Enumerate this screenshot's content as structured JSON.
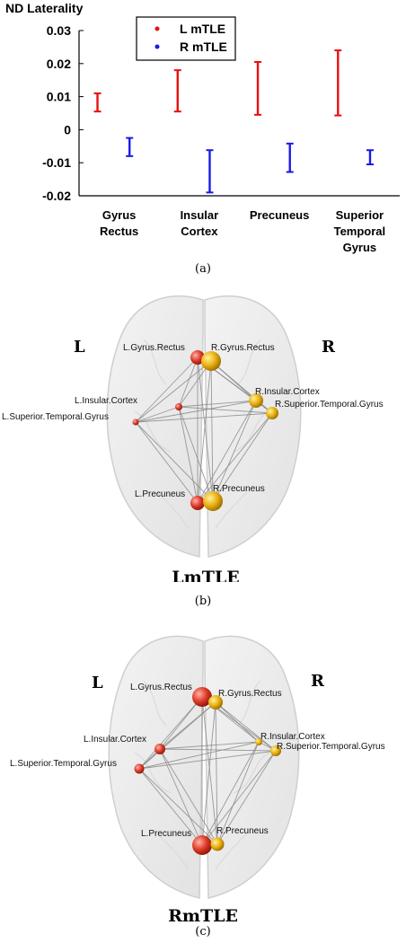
{
  "chart_data": {
    "type": "errorbar",
    "ylabel": "ND Laterality",
    "ylim": [
      -0.02,
      0.03
    ],
    "yticks": [
      "0.03",
      "0.02",
      "0.01",
      "0",
      "-0.01",
      "-0.02"
    ],
    "ytick_values": [
      0.03,
      0.02,
      0.01,
      0,
      -0.01,
      -0.02
    ],
    "categories": [
      "Gyrus Rectus",
      "Insular Cortex",
      "Precuneus",
      "Superior Temporal Gyrus"
    ],
    "category_lines": [
      [
        "Gyrus",
        "Rectus"
      ],
      [
        "Insular",
        "Cortex"
      ],
      [
        "Precuneus"
      ],
      [
        "Superior",
        "Temporal",
        "Gyrus"
      ]
    ],
    "legend_position": "top-center",
    "series": [
      {
        "name": "L mTLE",
        "color": "#e81010",
        "low": [
          0.0055,
          0.0055,
          0.0045,
          0.0043
        ],
        "high": [
          0.011,
          0.018,
          0.0205,
          0.024
        ]
      },
      {
        "name": "R mTLE",
        "color": "#1a1ae6",
        "low": [
          -0.008,
          -0.019,
          -0.0128,
          -0.0105
        ],
        "high": [
          -0.0025,
          -0.0062,
          -0.0042,
          -0.0062
        ]
      }
    ]
  },
  "captions": {
    "a": "(a)",
    "b": "(b)",
    "c": "(c)"
  },
  "panel_b": {
    "left_letter": "L",
    "right_letter": "R",
    "title": "LmTLE",
    "nodes": [
      {
        "label": "L.Gyrus.Rectus",
        "hemi": "left"
      },
      {
        "label": "R.Gyrus.Rectus",
        "hemi": "right"
      },
      {
        "label": "L.Insular.Cortex",
        "hemi": "left"
      },
      {
        "label": "R.Insular.Cortex",
        "hemi": "right"
      },
      {
        "label": "L.Superior.Temporal.Gyrus",
        "hemi": "left"
      },
      {
        "label": "R.Superior.Temporal.Gyrus",
        "hemi": "right"
      },
      {
        "label": "L.Precuneus",
        "hemi": "left"
      },
      {
        "label": "R.Precuneus",
        "hemi": "right"
      }
    ]
  },
  "panel_c": {
    "left_letter": "L",
    "right_letter": "R",
    "title": "RmTLE",
    "nodes": [
      {
        "label": "L.Gyrus.Rectus",
        "hemi": "left"
      },
      {
        "label": "R.Gyrus.Rectus",
        "hemi": "right"
      },
      {
        "label": "L.Insular.Cortex",
        "hemi": "left"
      },
      {
        "label": "R.Insular.Cortex",
        "hemi": "right"
      },
      {
        "label": "L.Superior.Temporal.Gyrus",
        "hemi": "left"
      },
      {
        "label": "R.Superior.Temporal.Gyrus",
        "hemi": "right"
      },
      {
        "label": "L.Precuneus",
        "hemi": "left"
      },
      {
        "label": "R.Precuneus",
        "hemi": "right"
      }
    ]
  }
}
